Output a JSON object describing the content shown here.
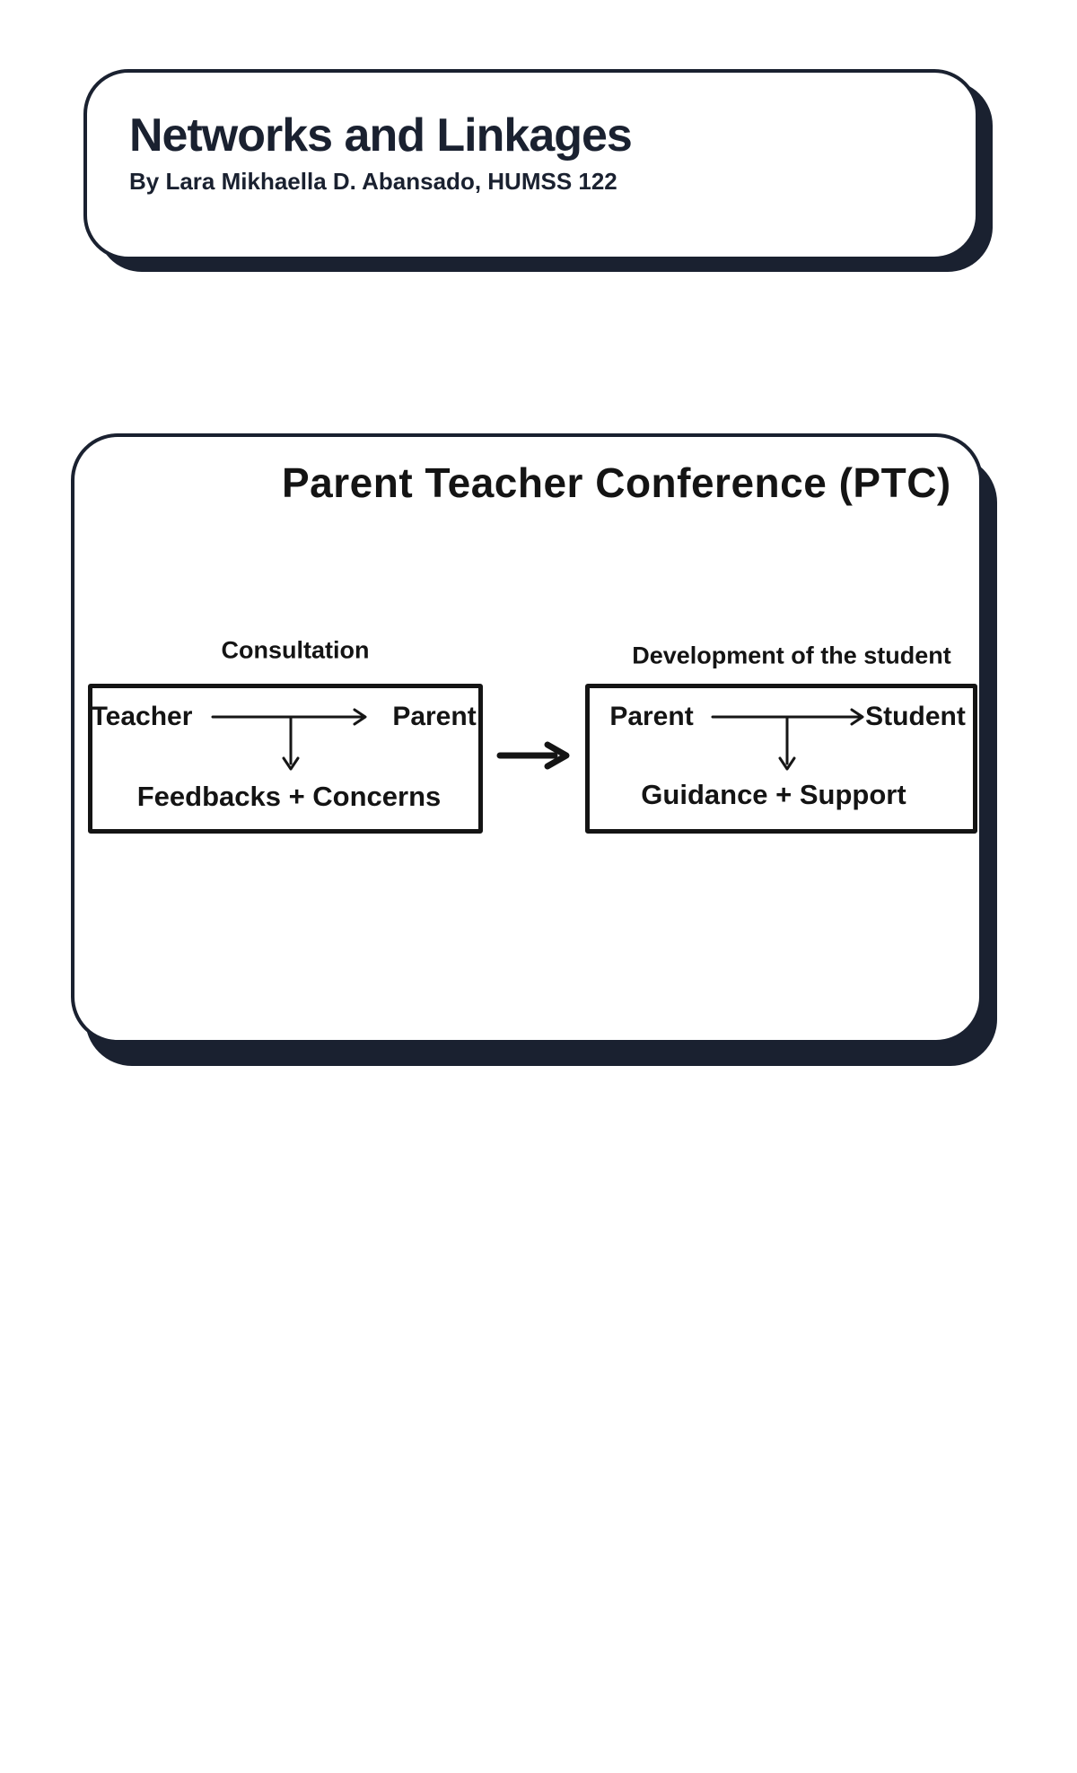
{
  "header_card": {
    "title": "Networks and Linkages",
    "byline": "By Lara Mikhaella D. Abansado, HUMSS 122"
  },
  "diagram_card": {
    "title": "Parent Teacher Conference (PTC)",
    "left_group": {
      "label": "Consultation",
      "from": "Teacher",
      "to": "Parent",
      "result": "Feedbacks + Concerns"
    },
    "right_group": {
      "label": "Development of the student",
      "from": "Parent",
      "to": "Student",
      "result": "Guidance + Support"
    }
  },
  "colors": {
    "navy": "#1a2130",
    "ink": "#141414",
    "background": "#ffffff"
  }
}
